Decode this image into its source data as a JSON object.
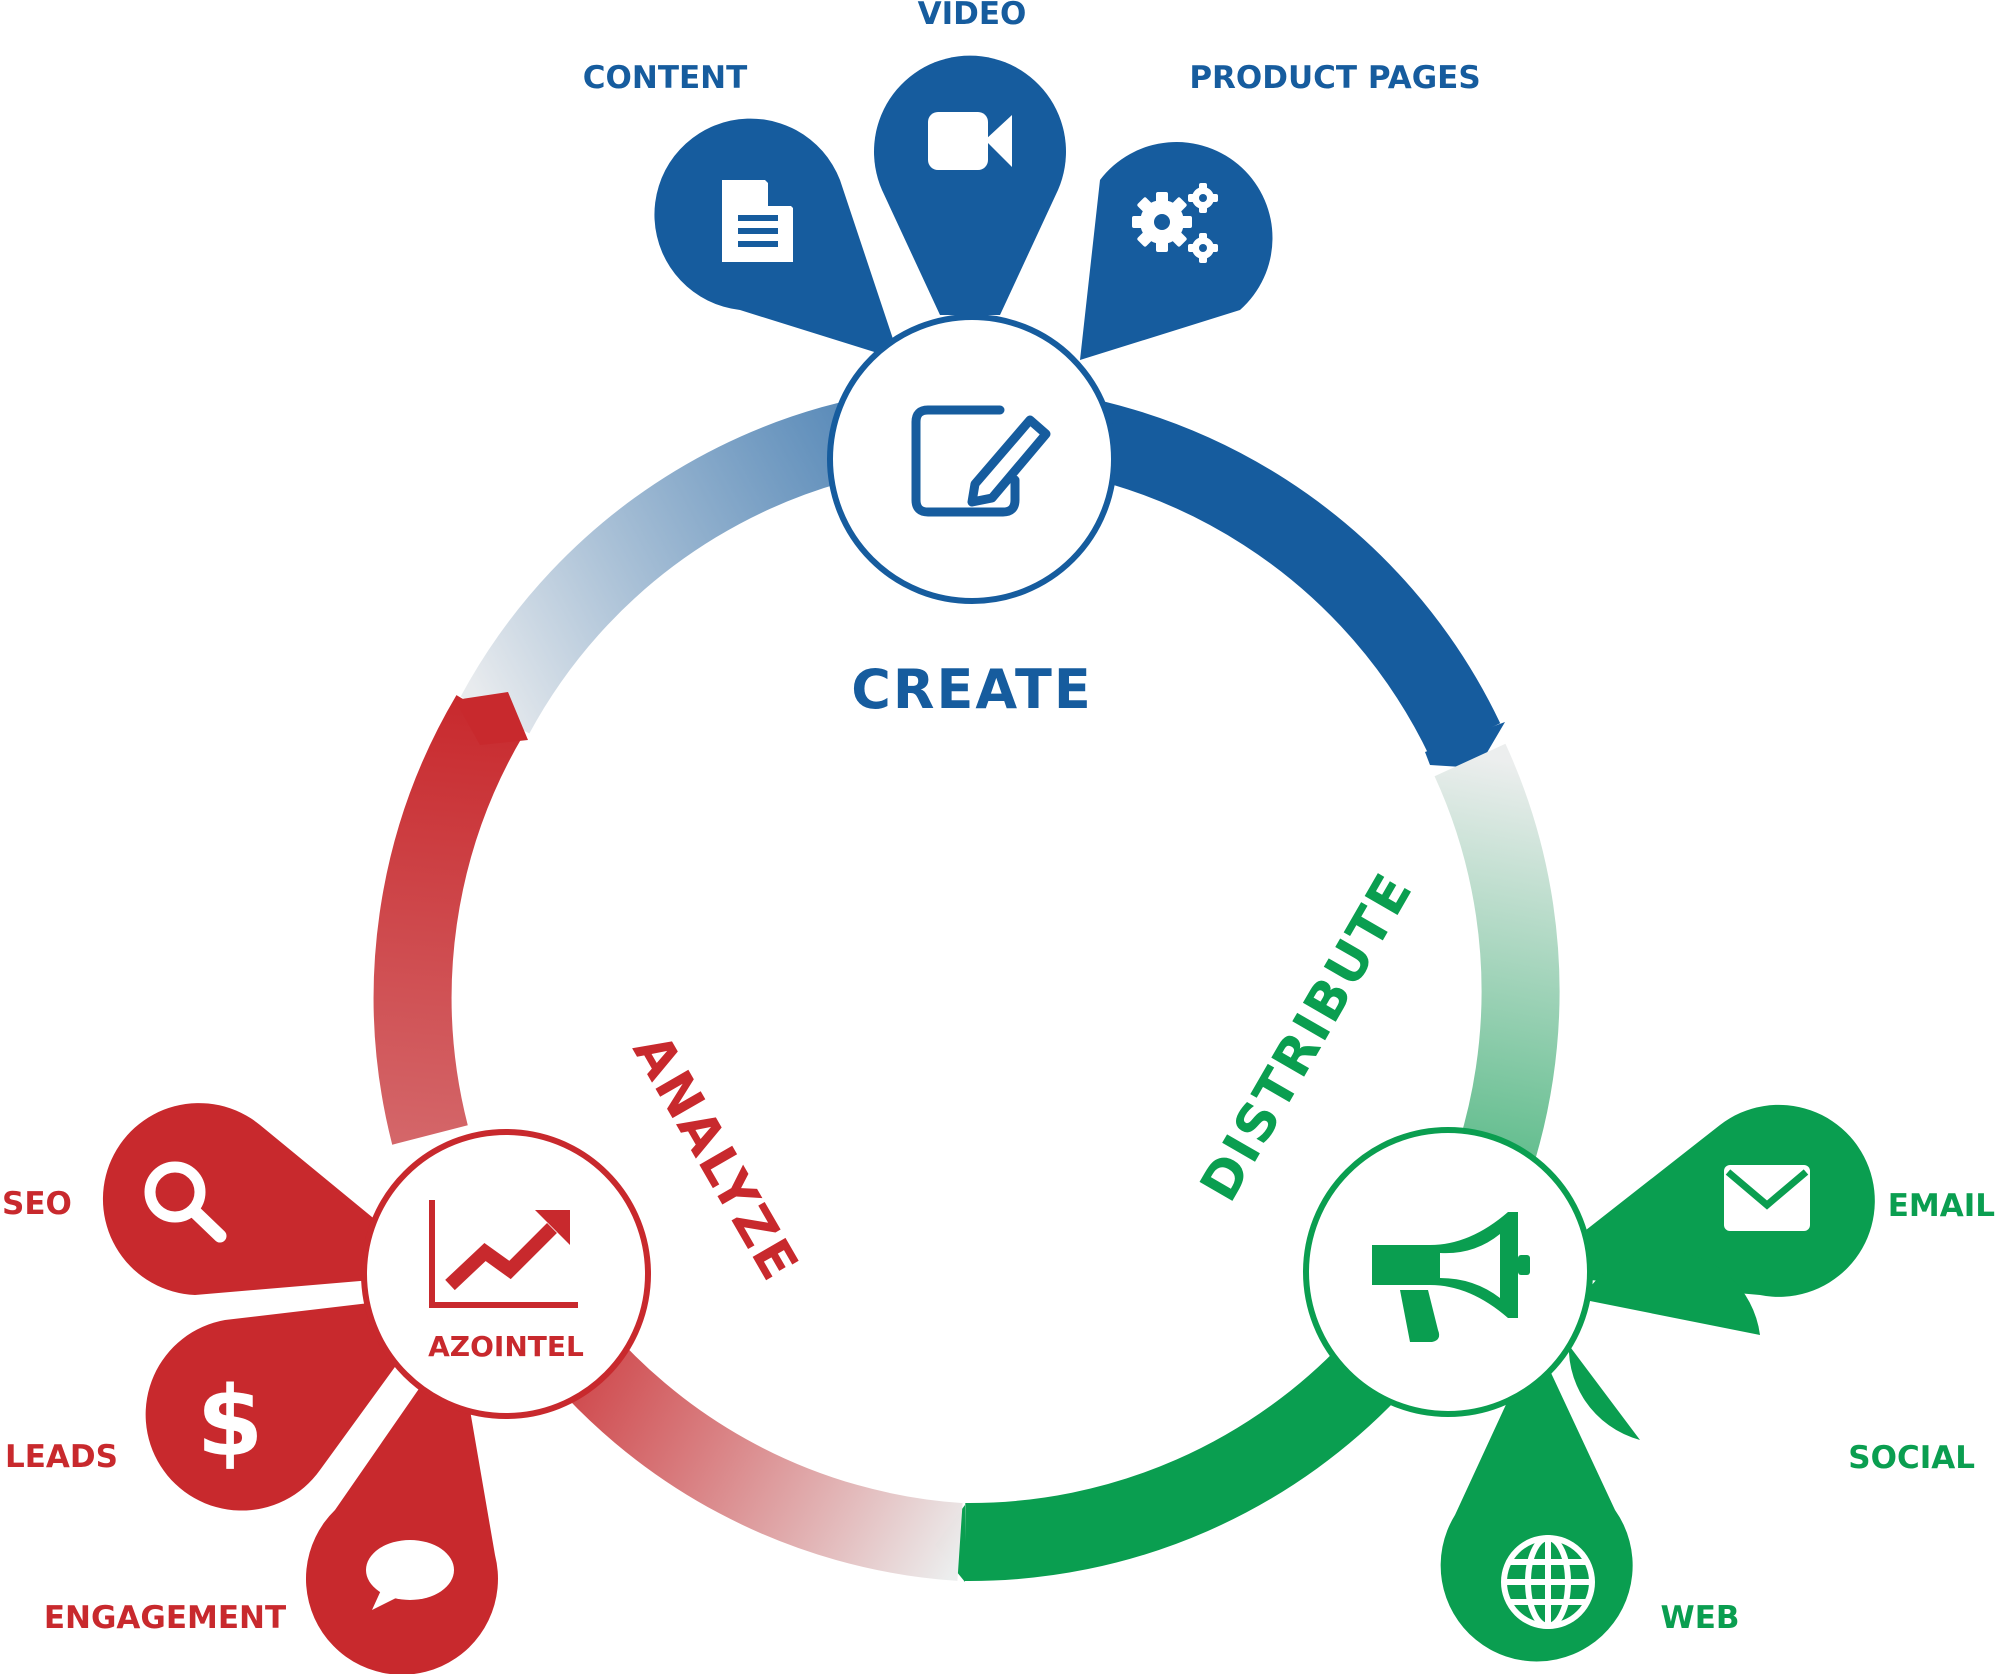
{
  "colors": {
    "blue": "#165c9e",
    "green": "#0a9e50",
    "red": "#c8292d",
    "ring_fade": "#e8ebee"
  },
  "create": {
    "title": "CREATE",
    "icon": "edit-icon",
    "petals": [
      {
        "label": "CONTENT",
        "icon": "document-icon"
      },
      {
        "label": "VIDEO",
        "icon": "video-camera-icon"
      },
      {
        "label": "PRODUCT PAGES",
        "icon": "gears-icon"
      }
    ]
  },
  "distribute": {
    "title": "DISTRIBUTE",
    "icon": "megaphone-icon",
    "petals": [
      {
        "label": "EMAIL",
        "icon": "envelope-icon"
      },
      {
        "label": "SOCIAL",
        "icon": "user-icon"
      },
      {
        "label": "WEB",
        "icon": "globe-icon"
      }
    ]
  },
  "analyze": {
    "title": "ANALYZE",
    "hub_label": "AZOINTEL",
    "icon": "trend-chart-icon",
    "petals": [
      {
        "label": "SEO",
        "icon": "magnifier-icon"
      },
      {
        "label": "LEADS",
        "icon": "dollar-icon"
      },
      {
        "label": "ENGAGEMENT",
        "icon": "speech-bubble-icon"
      }
    ]
  }
}
